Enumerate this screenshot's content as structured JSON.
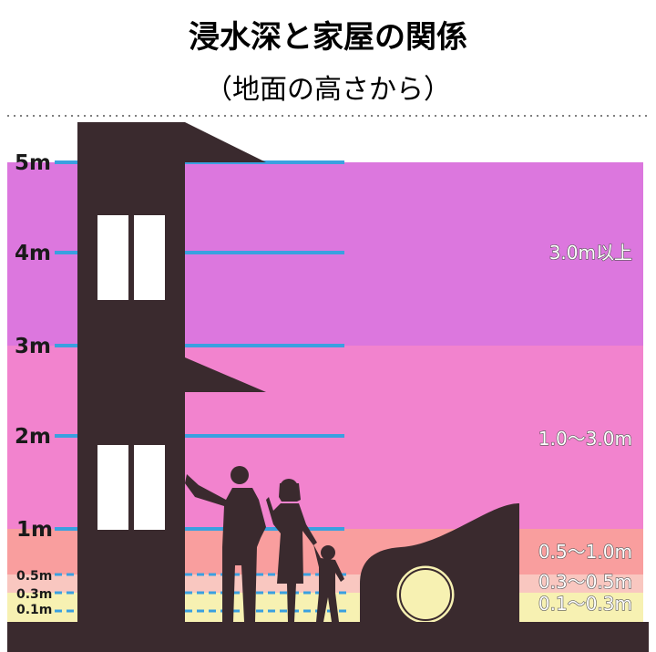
{
  "title": "浸水深と家屋の関係",
  "subtitle": "（地面の高さから）",
  "colors": {
    "zone_3m_plus": "#dc77de",
    "zone_1_3m": "#f283ce",
    "zone_05_1m": "#f99e9e",
    "zone_03_05m": "#f9c7c0",
    "zone_01_03m": "#f7f1b2",
    "silhouette": "#3a2a2e",
    "level_line": "#3aa0e0",
    "dotted_divider": "#555555"
  },
  "axis_labels": {
    "m5": "5m",
    "m4": "4m",
    "m3": "3m",
    "m2": "2m",
    "m1": "1m",
    "m05": "0.5m",
    "m03": "0.3m",
    "m01": "0.1m"
  },
  "zones": {
    "z1": "3.0m以上",
    "z2": "1.0～3.0m",
    "z3": "0.5～1.0m",
    "z4": "0.3～0.5m",
    "z5": "0.1～0.3m"
  },
  "icons": {
    "building": "building-silhouette-icon",
    "man": "man-silhouette-icon",
    "woman": "woman-silhouette-icon",
    "child": "child-silhouette-icon",
    "car": "car-silhouette-icon"
  }
}
